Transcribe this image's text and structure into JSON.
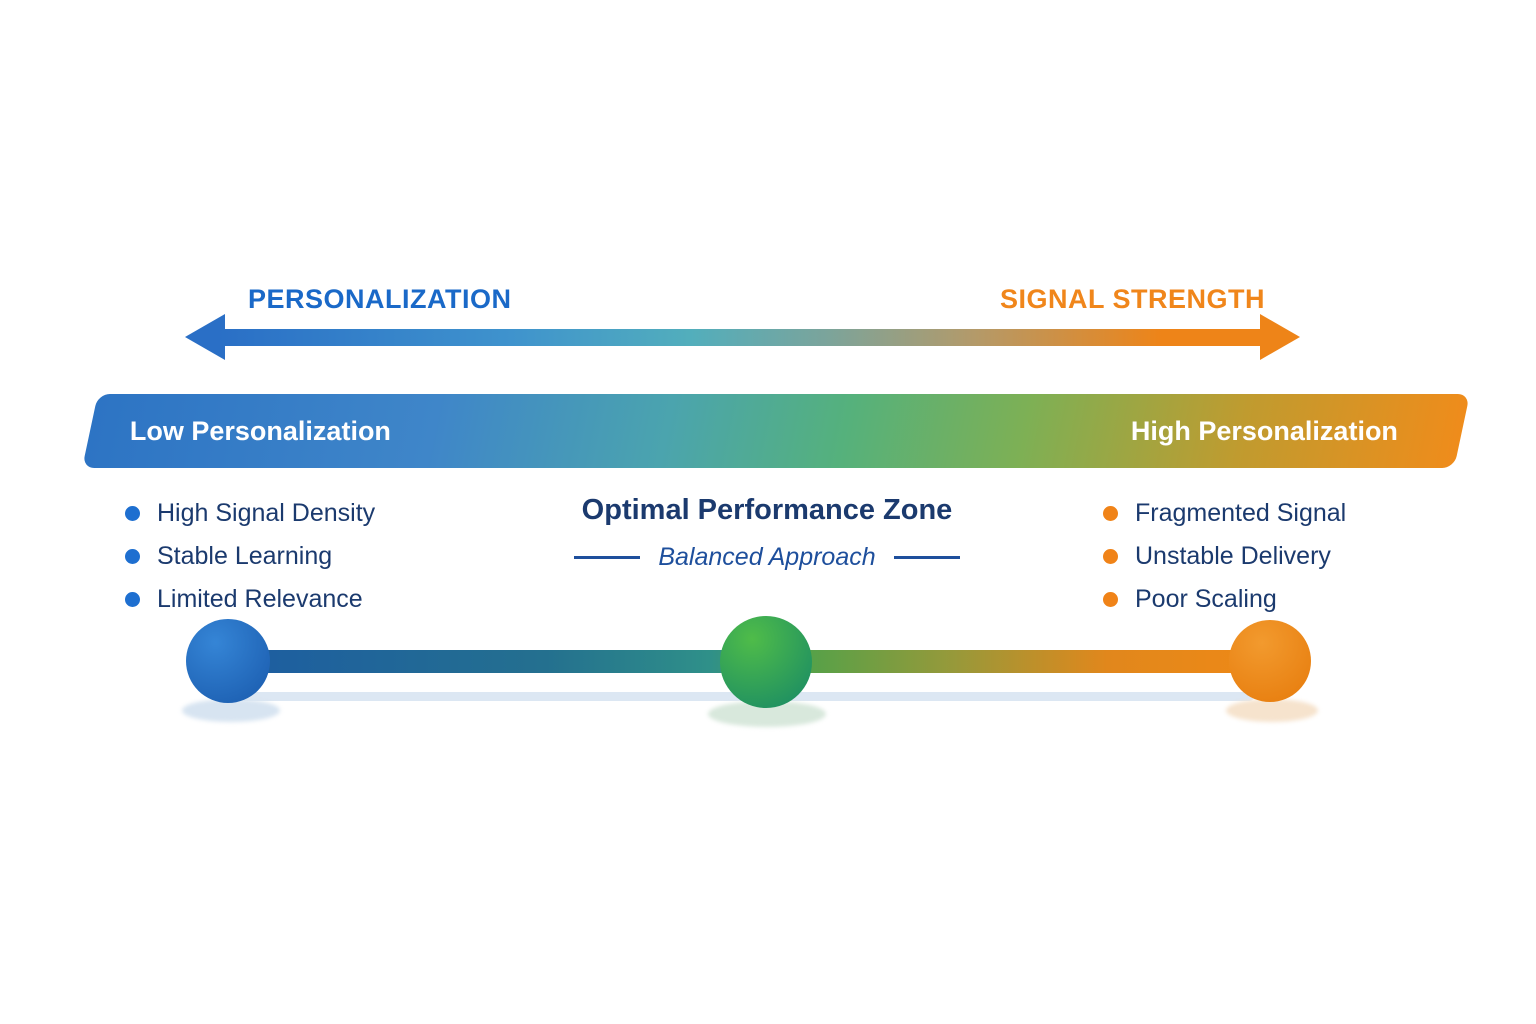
{
  "header_arrow": {
    "left_label": "PERSONALIZATION",
    "right_label": "SIGNAL STRENGTH"
  },
  "spectrum_banner": {
    "left_label": "Low Personalization",
    "right_label": "High Personalization"
  },
  "low_side": {
    "items": [
      "High Signal Density",
      "Stable Learning",
      "Limited Relevance"
    ]
  },
  "optimal_zone": {
    "title": "Optimal Performance Zone",
    "subtitle": "Balanced Approach"
  },
  "high_side": {
    "items": [
      "Fragmented Signal",
      "Unstable Delivery",
      "Poor Scaling"
    ]
  },
  "colors": {
    "personalization_blue": "#1a69c8",
    "signal_orange": "#f0861b",
    "text_navy": "#1b3a6e",
    "bullet_blue": "#1e6fd0",
    "bullet_orange": "#f08318",
    "banner_gradient_start": "#2d74c4",
    "banner_gradient_mid": "#55b17c",
    "banner_gradient_end": "#ef8c1b",
    "handle_blue": "#2474c8",
    "handle_green": "#2fa04a",
    "handle_orange": "#ee8a18"
  }
}
